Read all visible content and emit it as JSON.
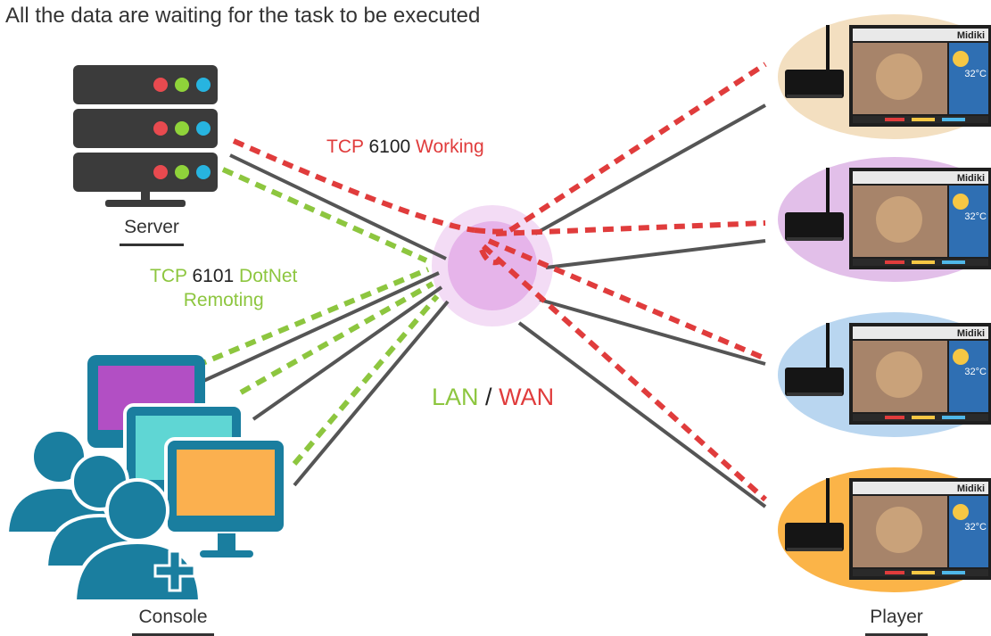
{
  "caption": "All the data are waiting for the task to be executed",
  "labels": {
    "server": "Server",
    "console": "Console",
    "player": "Player"
  },
  "protocols": {
    "tcp6100": {
      "prefix": "TCP",
      "port": "6100",
      "name": "Working"
    },
    "tcp6101": {
      "prefix": "TCP",
      "port": "6101",
      "name_line1": "DotNet",
      "name_line2": "Remoting"
    }
  },
  "network": {
    "lan": "LAN",
    "separator": "/",
    "wan": "WAN"
  },
  "players": [
    {
      "bg_color": "#f3dfc0",
      "brand": "Midiki",
      "temperature": "32°C"
    },
    {
      "bg_color": "#e2bfe9",
      "brand": "Midiki",
      "temperature": "32°C"
    },
    {
      "bg_color": "#b9d6f0",
      "brand": "Midiki",
      "temperature": "32°C"
    },
    {
      "bg_color": "#fbb448",
      "brand": "Midiki",
      "temperature": "32°C"
    }
  ],
  "colors": {
    "working_line": "#e03c3c",
    "remoting_line": "#8dc63f",
    "physical_line": "#555555",
    "hub": "#e6b4ea",
    "server_rack": "#3b3b3b",
    "console_icon": "#1a7e9f",
    "console_screens": [
      "#b24fc4",
      "#5fd6d4",
      "#fbb04f"
    ],
    "status_leds": [
      "#e84a4f",
      "#8fd33a",
      "#27b4e0"
    ]
  }
}
